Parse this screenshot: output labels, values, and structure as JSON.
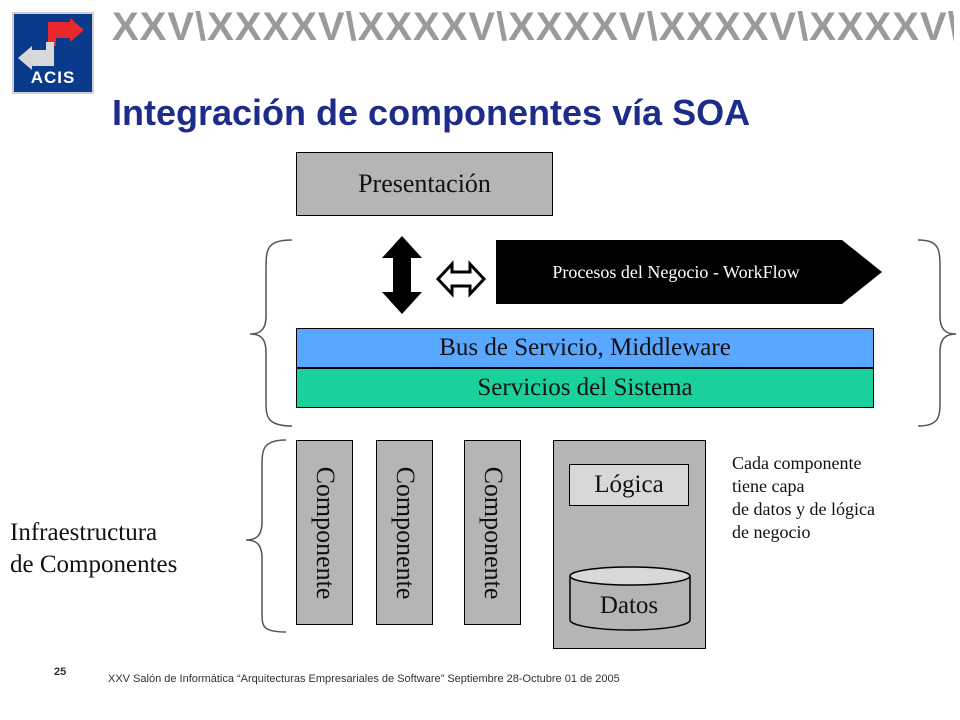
{
  "header": {
    "logo_text": "ACIS",
    "banner_text": "XXV\\XXXXV\\XXXXV\\XXXXV\\XXXXV\\XXXXV\\XXXXV",
    "title": "Integración de componentes vía SOA"
  },
  "diagram": {
    "presentacion": "Presentación",
    "procesos": "Procesos del Negocio - WorkFlow",
    "bus": "Bus de Servicio, Middleware",
    "servicios": "Servicios del Sistema",
    "componentes": [
      "Componente",
      "Componente",
      "Componente"
    ],
    "logica": "Lógica",
    "datos": "Datos",
    "note_lines": [
      "Cada componente",
      "tiene capa",
      "de datos y de lógica",
      "de negocio"
    ],
    "infra_lines": [
      "Infraestructura",
      "de Componentes"
    ]
  },
  "footer": {
    "slide_number": "25",
    "text": "XXV  Salón de Informática “Arquitecturas Empresariales de Software” Septiembre 28-Octubre 01 de 2005"
  },
  "colors": {
    "title": "#1d2b8a",
    "bus": "#5aa7ff",
    "servicios": "#1ad19b",
    "gray_box": "#b5b5b5",
    "logo_bg": "#0a3a8c",
    "logo_red": "#e8282b"
  }
}
